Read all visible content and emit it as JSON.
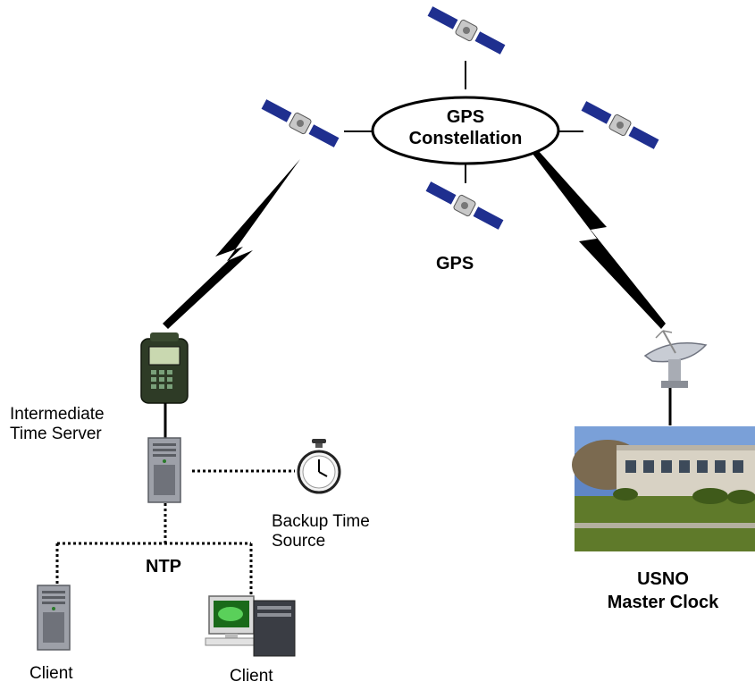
{
  "labels": {
    "constellation_line1": "GPS",
    "constellation_line2": "Constellation",
    "gps": "GPS",
    "intermediate_line1": "Intermediate",
    "intermediate_line2": "Time Server",
    "backup_line1": "Backup Time",
    "backup_line2": "Source",
    "ntp": "NTP",
    "usno_line1": "USNO",
    "usno_line2": "Master Clock",
    "client_left": "Client",
    "client_right": "Client"
  },
  "colors": {
    "line": "#000000",
    "satellite_panel": "#1f2f8f",
    "satellite_body": "#c8c8c8",
    "receiver_body": "#2e3b26",
    "receiver_screen": "#c9d8b0",
    "tower_gray": "#9da0a8",
    "sky": "#5f86c6",
    "lawn": "#5f7a2a",
    "building": "#d8d2c4",
    "monitor_screen": "#1a6a1a"
  }
}
